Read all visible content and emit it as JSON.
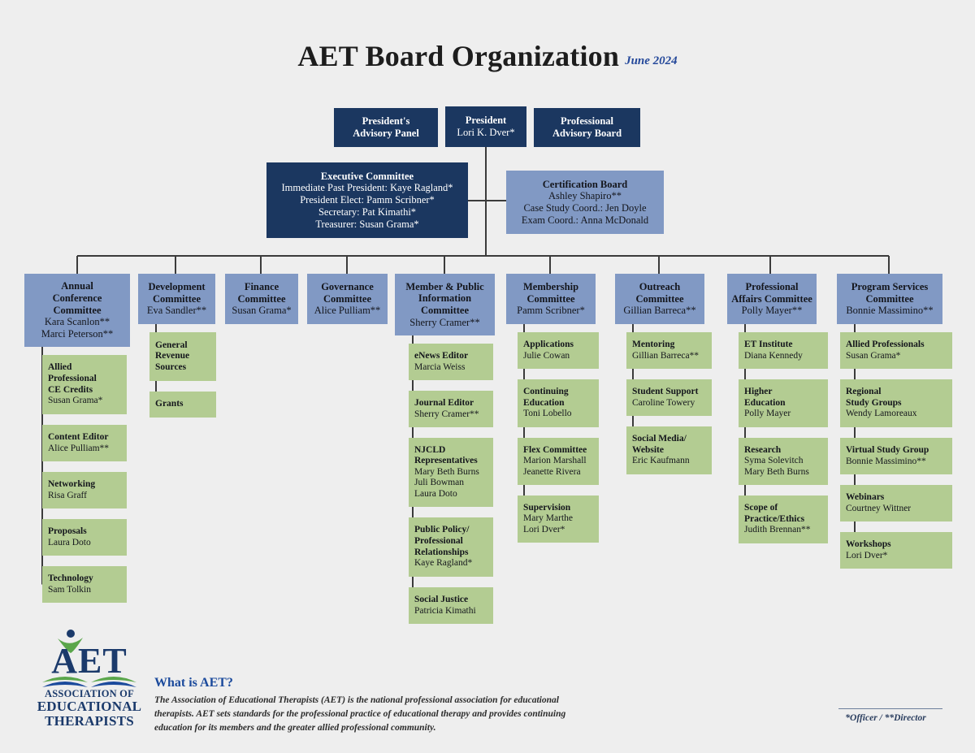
{
  "title": {
    "main": "AET Board Organization",
    "date": "June 2024"
  },
  "top": {
    "advisory_panel": {
      "title": "President's\nAdvisory Panel"
    },
    "president": {
      "title": "President",
      "name": "Lori K. Dver*"
    },
    "professional_advisory_board": {
      "title": "Professional\nAdvisory Board"
    },
    "executive_committee": {
      "title": "Executive Committee",
      "members": [
        "Immediate Past President: Kaye Ragland*",
        "President Elect: Pamm Scribner*",
        "Secretary: Pat Kimathi*",
        "Treasurer: Susan Grama*"
      ]
    },
    "certification_board": {
      "title": "Certification Board",
      "members": [
        "Ashley Shapiro**",
        "Case Study Coord.: Jen Doyle",
        "Exam Coord.: Anna McDonald"
      ]
    }
  },
  "committees": [
    {
      "title": "Annual\nConference\nCommittee",
      "names": [
        "Kara Scanlon**",
        "Marci Peterson**"
      ],
      "subs": [
        {
          "title": "Allied\nProfessional\nCE Credits",
          "names": [
            "Susan Grama*"
          ]
        },
        {
          "title": "Content Editor",
          "names": [
            "Alice Pulliam**"
          ]
        },
        {
          "title": "Networking",
          "names": [
            "Risa Graff"
          ]
        },
        {
          "title": "Proposals",
          "names": [
            "Laura Doto"
          ]
        },
        {
          "title": "Technology",
          "names": [
            "Sam Tolkin"
          ]
        }
      ]
    },
    {
      "title": "Development\nCommittee",
      "names": [
        "Eva Sandler**"
      ],
      "subs": [
        {
          "title": "General\nRevenue\nSources",
          "names": []
        },
        {
          "title": "Grants",
          "names": []
        }
      ]
    },
    {
      "title": "Finance\nCommittee",
      "names": [
        "Susan Grama*"
      ],
      "subs": []
    },
    {
      "title": "Governance\nCommittee",
      "names": [
        "Alice Pulliam**"
      ],
      "subs": []
    },
    {
      "title": "Member & Public\nInformation\nCommittee",
      "names": [
        "Sherry Cramer**"
      ],
      "subs": [
        {
          "title": "eNews Editor",
          "names": [
            "Marcia Weiss"
          ]
        },
        {
          "title": "Journal Editor",
          "names": [
            "Sherry Cramer**"
          ]
        },
        {
          "title": "NJCLD\nRepresentatives",
          "names": [
            "Mary Beth Burns",
            "Juli Bowman",
            "Laura Doto"
          ]
        },
        {
          "title": "Public Policy/\nProfessional\nRelationships",
          "names": [
            "Kaye Ragland*"
          ]
        },
        {
          "title": "Social Justice",
          "names": [
            "Patricia Kimathi"
          ]
        }
      ]
    },
    {
      "title": "Membership\nCommittee",
      "names": [
        "Pamm Scribner*"
      ],
      "subs": [
        {
          "title": "Applications",
          "names": [
            "Julie Cowan"
          ]
        },
        {
          "title": "Continuing\nEducation",
          "names": [
            "Toni Lobello"
          ]
        },
        {
          "title": "Flex Committee",
          "names": [
            "Marion Marshall",
            "Jeanette Rivera"
          ]
        },
        {
          "title": "Supervision",
          "names": [
            "Mary Marthe",
            "Lori Dver*"
          ]
        }
      ]
    },
    {
      "title": "Outreach\nCommittee",
      "names": [
        "Gillian Barreca**"
      ],
      "subs": [
        {
          "title": "Mentoring",
          "names": [
            "Gillian Barreca**"
          ]
        },
        {
          "title": "Student Support",
          "names": [
            "Caroline Towery"
          ]
        },
        {
          "title": "Social Media/\nWebsite",
          "names": [
            "Eric Kaufmann"
          ]
        }
      ]
    },
    {
      "title": "Professional\nAffairs Committee",
      "names": [
        "Polly Mayer**"
      ],
      "subs": [
        {
          "title": "ET Institute",
          "names": [
            "Diana Kennedy"
          ]
        },
        {
          "title": "Higher\nEducation",
          "names": [
            "Polly Mayer"
          ]
        },
        {
          "title": "Research",
          "names": [
            "Syma Solevitch",
            "Mary Beth Burns"
          ]
        },
        {
          "title": "Scope of\nPractice/Ethics",
          "names": [
            "Judith Brennan**"
          ]
        }
      ]
    },
    {
      "title": "Program Services\nCommittee",
      "names": [
        "Bonnie Massimino**"
      ],
      "subs": [
        {
          "title": "Allied Professionals",
          "names": [
            "Susan Grama*"
          ]
        },
        {
          "title": "Regional\nStudy Groups",
          "names": [
            "Wendy Lamoreaux"
          ]
        },
        {
          "title": "Virtual Study Group",
          "names": [
            "Bonnie Massimino**"
          ]
        },
        {
          "title": "Webinars",
          "names": [
            "Courtney Wittner"
          ]
        },
        {
          "title": "Workshops",
          "names": [
            "Lori Dver*"
          ]
        }
      ]
    }
  ],
  "logo": {
    "monogram": "AET",
    "line1": "ASSOCIATION OF",
    "line2": "EDUCATIONAL",
    "line3": "THERAPISTS"
  },
  "about": {
    "heading": "What is AET?",
    "body": "The Association of Educational Therapists (AET) is the national professional association for educational therapists. AET sets standards for the professional practice of educational therapy and provides continuing education for its members and the greater allied professional community."
  },
  "legend": "*Officer / **Director",
  "colors": {
    "background": "#eeeeee",
    "navy": "#1b3760",
    "slate": "#8199c4",
    "green": "#b3cc92",
    "line": "#3b3b3b",
    "accent_blue": "#1b4a9c"
  }
}
